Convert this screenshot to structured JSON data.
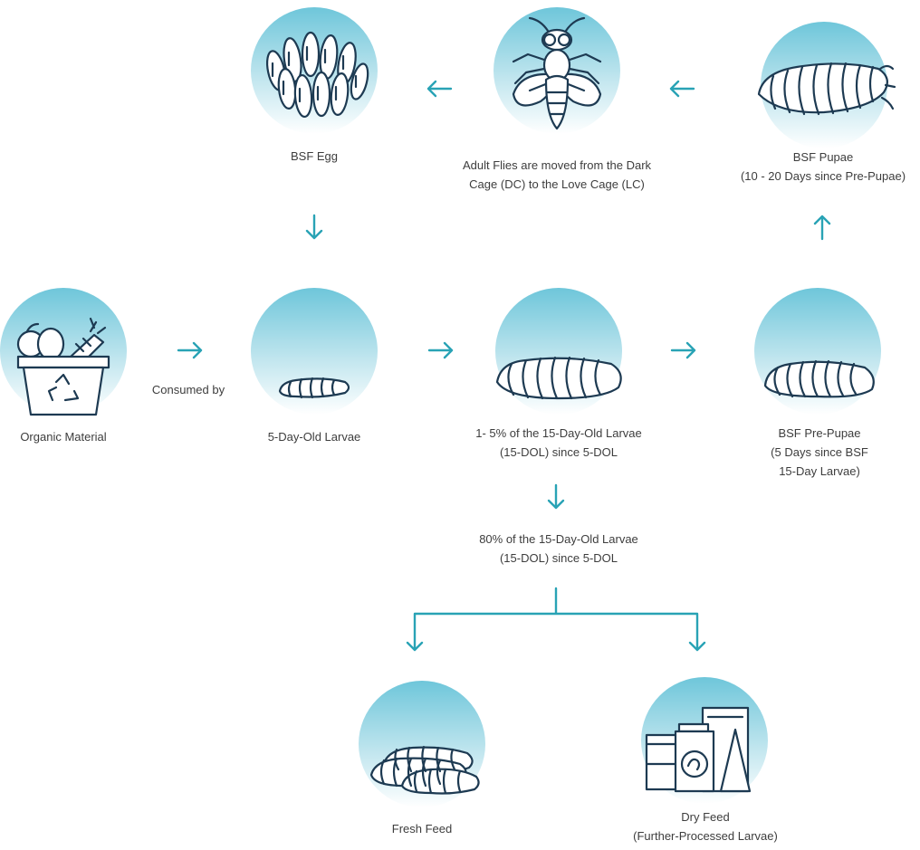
{
  "colors": {
    "circle_top": "#6ec6da",
    "circle_bottom": "#ffffff",
    "arrow": "#29a3b5",
    "icon_stroke": "#1d3a52",
    "text": "#3d3d3d"
  },
  "nodes": {
    "egg": {
      "label": [
        "BSF Egg"
      ],
      "icon": "eggs-icon"
    },
    "adult": {
      "label": [
        "Adult Flies are moved from the Dark",
        "Cage (DC) to the Love Cage (LC)"
      ],
      "icon": "fly-icon"
    },
    "pupae": {
      "label": [
        "BSF Pupae",
        "(10 - 20 Days since Pre-Pupae)"
      ],
      "icon": "pupa-icon"
    },
    "organic": {
      "label": [
        "Organic Material"
      ],
      "icon": "recycle-bin-icon"
    },
    "larvae5": {
      "label": [
        "5-Day-Old Larvae"
      ],
      "icon": "small-larva-icon"
    },
    "larvae15": {
      "label": [
        "1- 5% of the 15-Day-Old Larvae",
        "(15-DOL) since 5-DOL"
      ],
      "icon": "larva-icon"
    },
    "prepupae": {
      "label": [
        "BSF Pre-Pupae",
        "(5 Days since BSF",
        "15-Day Larvae)"
      ],
      "icon": "pre-pupa-icon"
    },
    "fresh": {
      "label": [
        "Fresh Feed"
      ],
      "icon": "fresh-larvae-icon"
    },
    "dry": {
      "label": [
        "Dry Feed",
        "(Further-Processed Larvae)"
      ],
      "icon": "feed-packages-icon"
    }
  },
  "edges": {
    "consumed_by": "Consumed by"
  },
  "text80": [
    "80% of the 15-Day-Old Larvae",
    "(15-DOL) since 5-DOL"
  ]
}
